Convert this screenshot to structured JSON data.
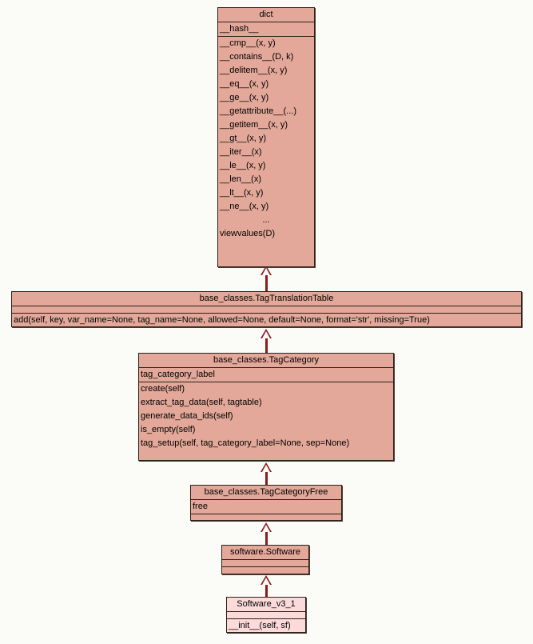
{
  "diagram": {
    "kind": "uml-class-diagram",
    "colors": {
      "box_fill": "#e3a899",
      "box_fill_light": "#fcdada",
      "box_border": "#2b2118",
      "edge": "#8b1a1a",
      "background": "#fbfbf8"
    },
    "relationship": "generalization",
    "classes": [
      {
        "id": "dict",
        "name": "dict",
        "attributes": [
          "__hash__"
        ],
        "methods": [
          "__cmp__(x, y)",
          "__contains__(D, k)",
          "__delitem__(x, y)",
          "__eq__(x, y)",
          "__ge__(x, y)",
          "__getattribute__(...)",
          "__getitem__(x, y)",
          "__gt__(x, y)",
          "__iter__(x)",
          "__le__(x, y)",
          "__len__(x)",
          "__lt__(x, y)",
          "__ne__(x, y)",
          "...",
          "viewvalues(D)"
        ]
      },
      {
        "id": "tagtranslationtable",
        "name": "base_classes.TagTranslationTable",
        "attributes": [],
        "methods": [
          "add(self, key, var_name=None, tag_name=None, allowed=None, default=None, format='str', missing=True)"
        ]
      },
      {
        "id": "tagcategory",
        "name": "base_classes.TagCategory",
        "attributes": [
          "tag_category_label"
        ],
        "methods": [
          "create(self)",
          "extract_tag_data(self, tagtable)",
          "generate_data_ids(self)",
          "is_empty(self)",
          "tag_setup(self, tag_category_label=None, sep=None)"
        ]
      },
      {
        "id": "tagcategoryfree",
        "name": "base_classes.TagCategoryFree",
        "attributes": [
          "free"
        ],
        "methods": []
      },
      {
        "id": "software",
        "name": "software.Software",
        "attributes": [],
        "methods": []
      },
      {
        "id": "software_v3_1",
        "name": "Software_v3_1",
        "attributes": [],
        "methods": [
          "__init__(self, sf)"
        ]
      }
    ],
    "edges": [
      {
        "from": "tagtranslationtable",
        "to": "dict"
      },
      {
        "from": "tagcategory",
        "to": "tagtranslationtable"
      },
      {
        "from": "tagcategoryfree",
        "to": "tagcategory"
      },
      {
        "from": "software",
        "to": "tagcategoryfree"
      },
      {
        "from": "software_v3_1",
        "to": "software"
      }
    ]
  }
}
